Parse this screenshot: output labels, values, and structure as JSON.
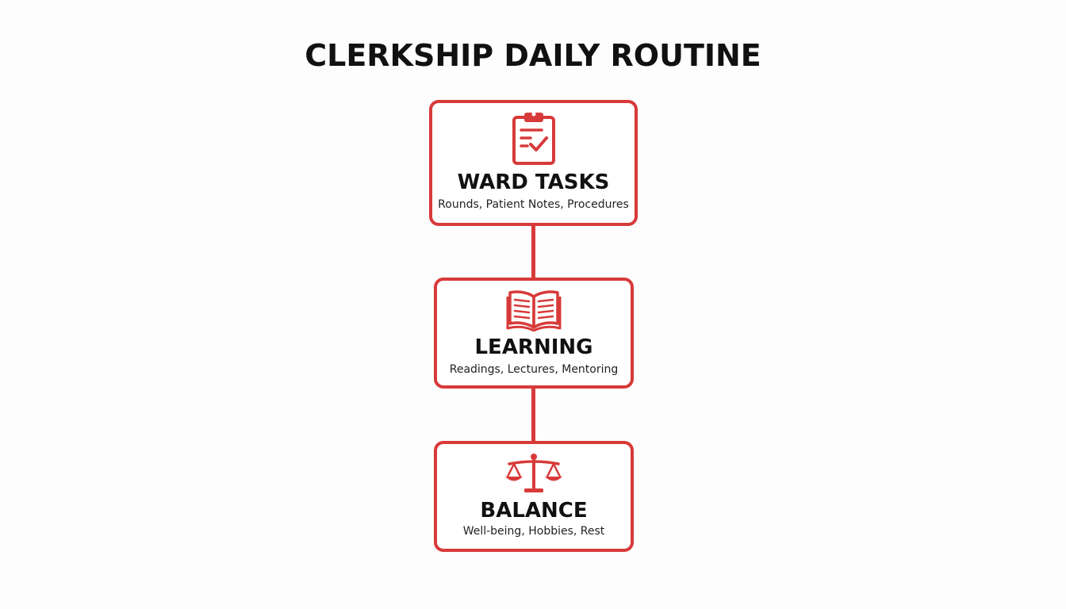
{
  "title": "CLERKSHIP DAILY ROUTINE",
  "accent_color": "#d83a3a",
  "steps": [
    {
      "icon": "clipboard-check-icon",
      "title": "WARD TASKS",
      "subtitle": "Rounds, Patient Notes, Procedures"
    },
    {
      "icon": "open-book-icon",
      "title": "LEARNING",
      "subtitle": "Readings, Lectures, Mentoring"
    },
    {
      "icon": "balance-scale-icon",
      "title": "BALANCE",
      "subtitle": "Well-being, Hobbies, Rest"
    }
  ]
}
